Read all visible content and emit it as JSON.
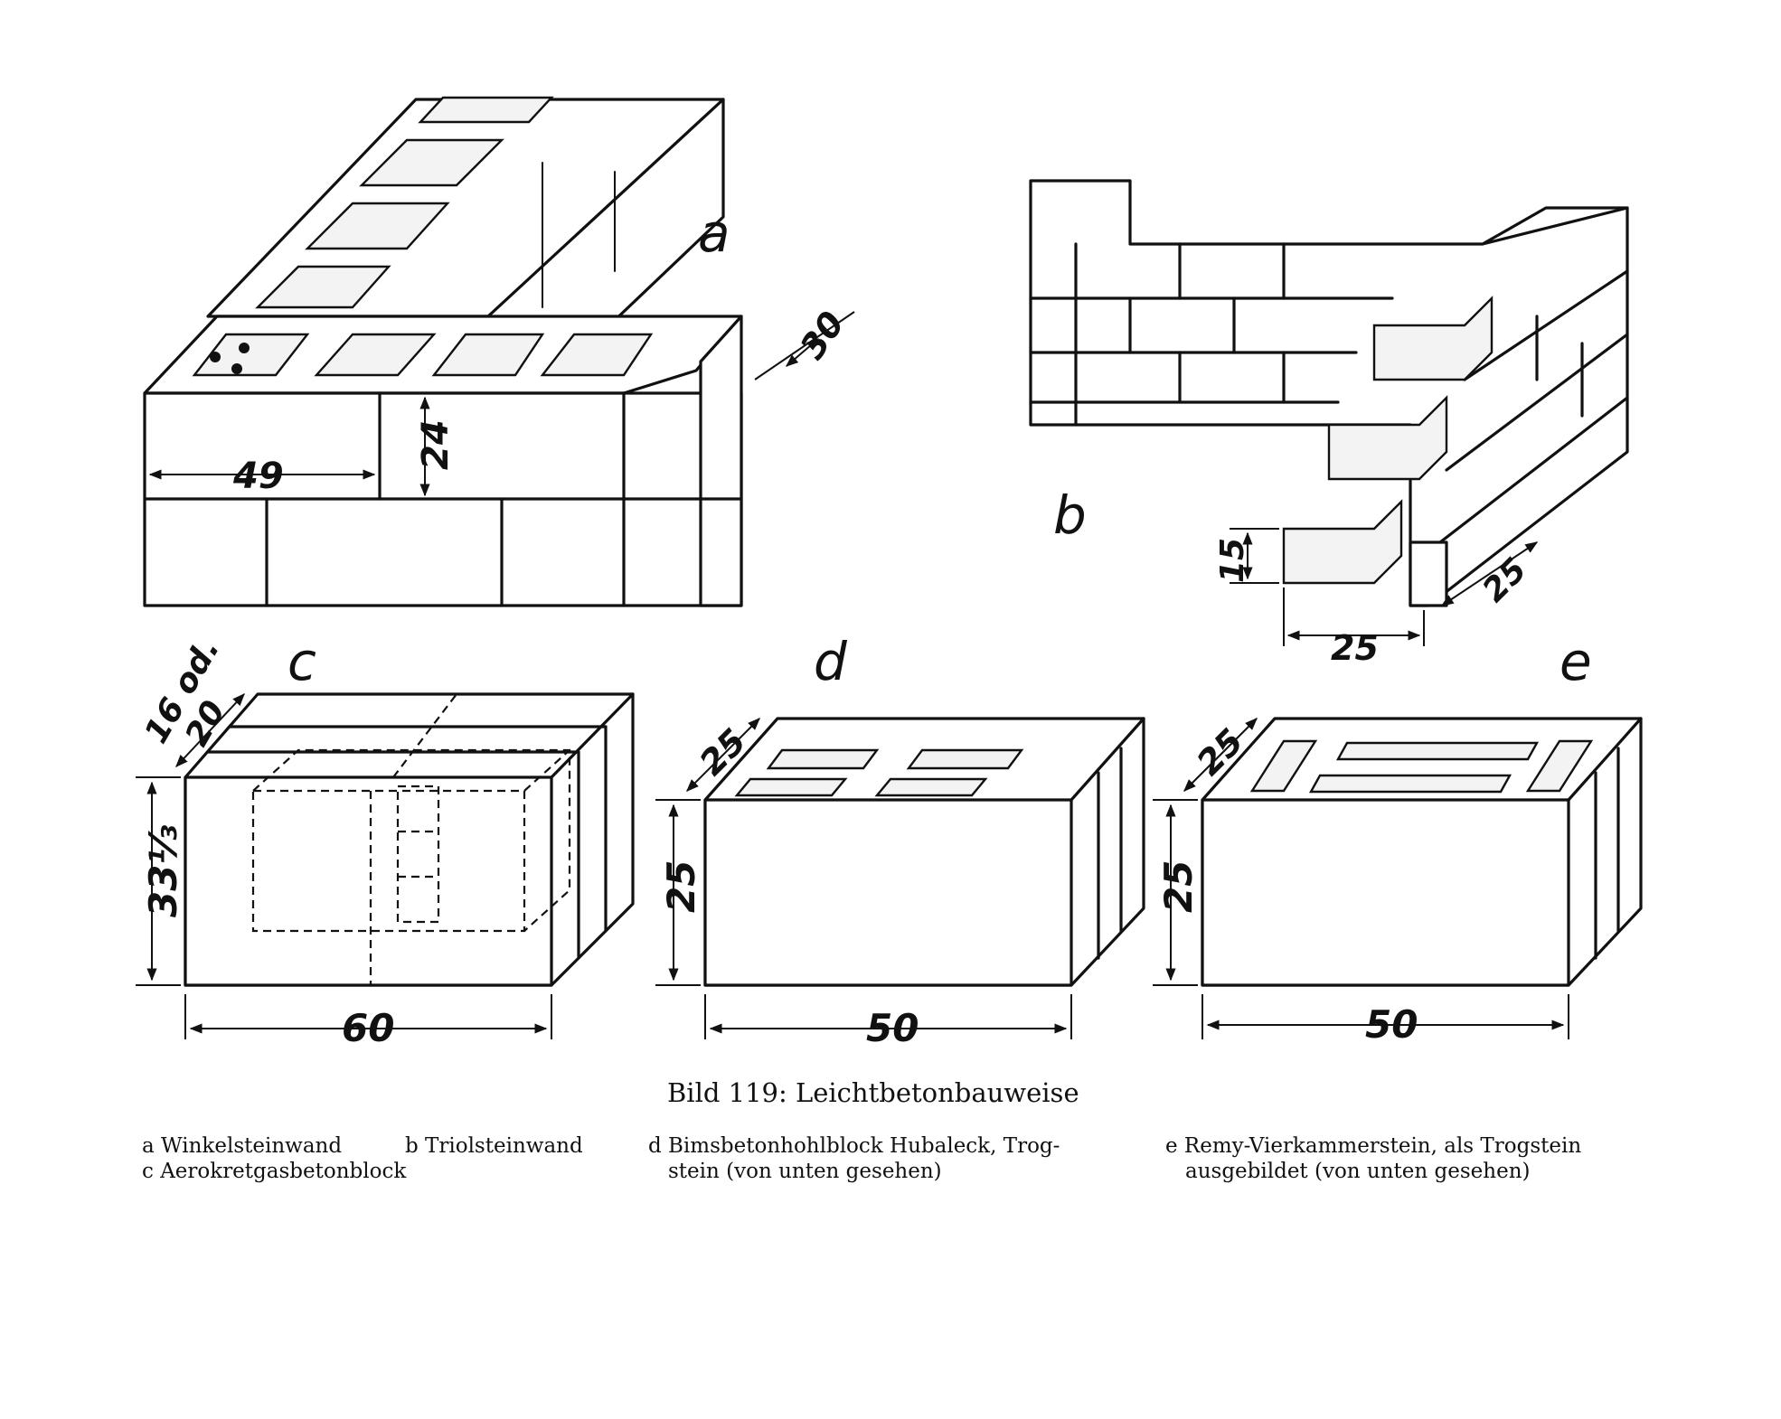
{
  "figure": {
    "title": "Bild 119: Leichtbetonbauweise",
    "legend": {
      "a": "a Winkelsteinwand",
      "b": "b Triolsteinwand",
      "c": "c Aerokretgasbetonblock",
      "d_line1": "d Bimsbetonhohlblock Hubaleck, Trog-",
      "d_line2": "stein (von unten gesehen)",
      "e_line1": "e Remy-Vierkammerstein, als Trogstein",
      "e_line2": "ausgebildet (von unten gesehen)"
    }
  },
  "drawings": {
    "a": {
      "letter": "a",
      "dim_length": "49",
      "dim_height": "24",
      "dim_depth": "30"
    },
    "b": {
      "letter": "b",
      "dim_height": "15",
      "dim_width": "25",
      "dim_depth": "25"
    },
    "c": {
      "letter": "c",
      "dim_depth": "16 od. 20",
      "dim_depth_1": "16 od.",
      "dim_depth_2": "20",
      "dim_height": "33⅓",
      "dim_length": "60"
    },
    "d": {
      "letter": "d",
      "dim_depth": "25",
      "dim_height": "25",
      "dim_length": "50"
    },
    "e": {
      "letter": "e",
      "dim_depth": "25",
      "dim_height": "25",
      "dim_length": "50"
    }
  }
}
